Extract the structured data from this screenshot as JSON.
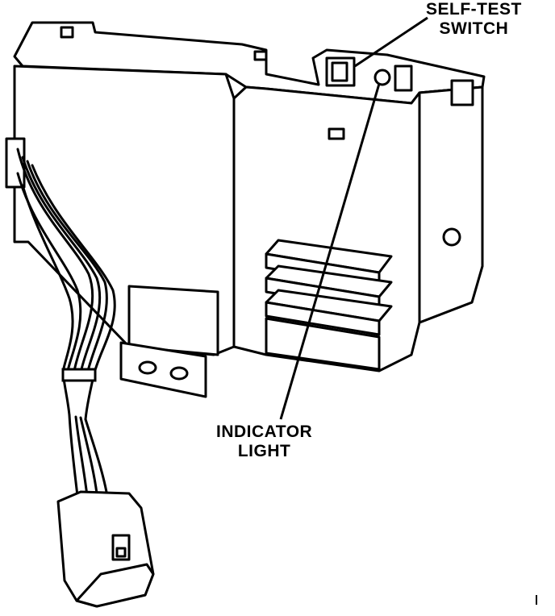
{
  "labels": {
    "self_test_line1": "SELF-TEST",
    "self_test_line2": "SWITCH",
    "indicator_line1": "INDICATOR",
    "indicator_line2": "LIGHT"
  }
}
